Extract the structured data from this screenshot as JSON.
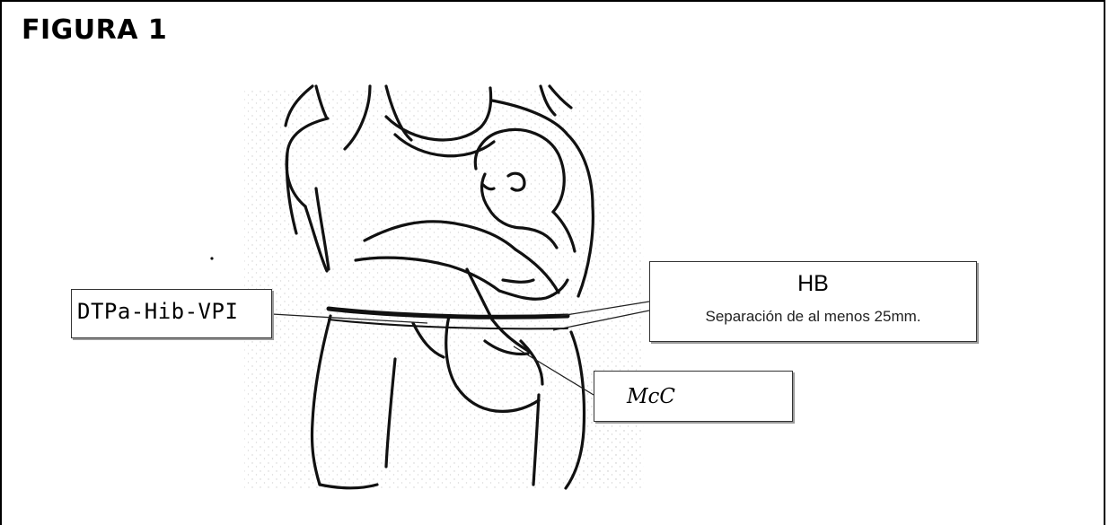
{
  "figure": {
    "title": "FIGURA 1"
  },
  "labels": {
    "dtpa": "DTPa-Hib-VPI",
    "hb_title": "HB",
    "hb_note": "Separación de al menos 25mm.",
    "mcc": "McC"
  },
  "illustration": {
    "subject": "adult-holding-infant",
    "stroke_color": "#111111",
    "stipple_color": "#cfcfcf"
  }
}
